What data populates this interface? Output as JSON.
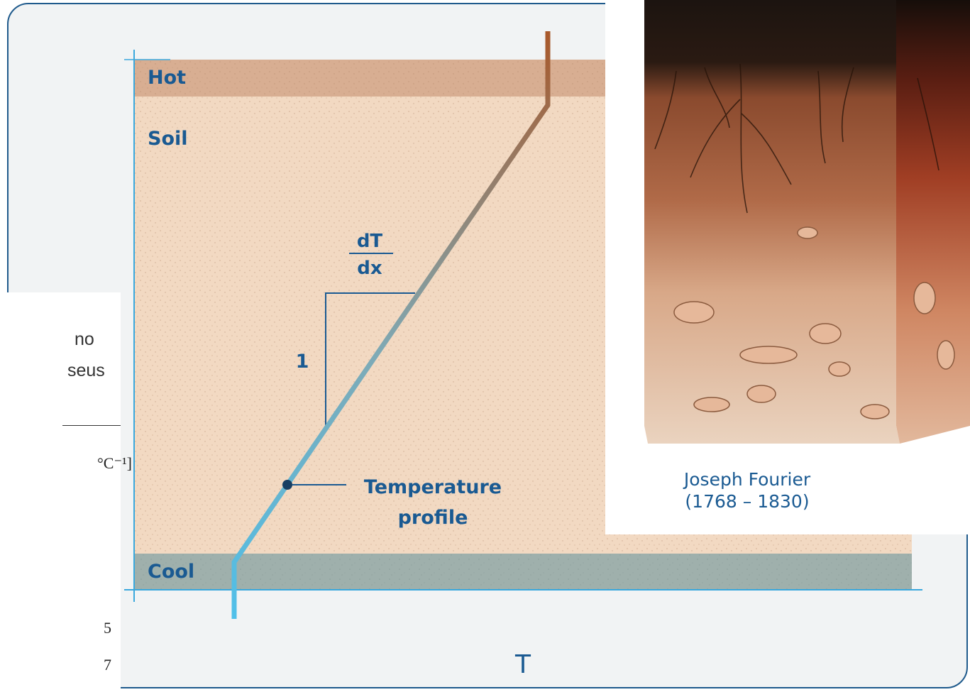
{
  "diagram": {
    "layers": {
      "hot": "Hot",
      "soil": "Soil",
      "cool": "Cool"
    },
    "gradient": {
      "numerator": "dT",
      "denominator": "dx",
      "run_label": "1"
    },
    "profile_label": [
      "Temperature",
      "profile"
    ],
    "x_axis_label": "T"
  },
  "left_doc": {
    "word_1": "no",
    "word_2": "seus",
    "units": "°C⁻¹]",
    "fragment_1": "5",
    "fragment_2": "7"
  },
  "photo_card": {
    "name": "Joseph Fourier",
    "years": "(1768 – 1830)"
  },
  "colors": {
    "frame_border": "#1f5a8c",
    "label_blue": "#1a5a92",
    "axis_blue": "#3aa8dd",
    "soil": "#f2d9c2",
    "hot_band": "#d8ae92",
    "cool_band": "#9fb0ac",
    "profile_hot": "#a8582a",
    "profile_cool": "#4fc0ea"
  }
}
